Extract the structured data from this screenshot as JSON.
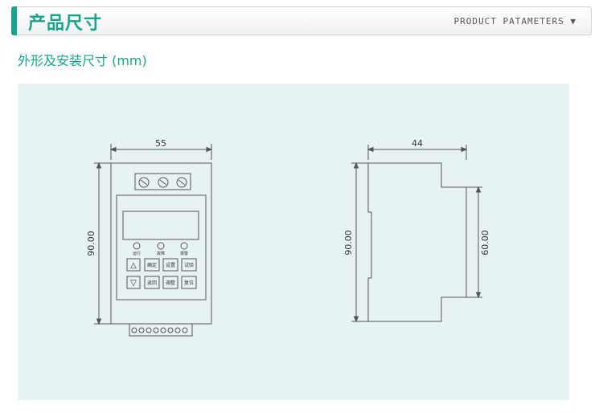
{
  "header": {
    "title": "产品尺寸",
    "subtitle": "PRODUCT PATAMETERS ▼"
  },
  "section": {
    "title": "外形及安装尺寸 (mm)"
  },
  "front_view": {
    "width_label": "55",
    "height_label": "90.00",
    "indicators": [
      "运行",
      "故障",
      "报警"
    ],
    "keys_row1": [
      "△",
      "确定",
      "设置",
      "试验"
    ],
    "keys_row2": [
      "▽",
      "返回",
      "调整",
      "复位"
    ]
  },
  "side_view": {
    "width_label": "44",
    "height_label": "90.00",
    "rail_label": "60.00"
  },
  "colors": {
    "accent": "#17a58e",
    "diagram_bg": "#e7f3f2",
    "line": "#555555"
  }
}
